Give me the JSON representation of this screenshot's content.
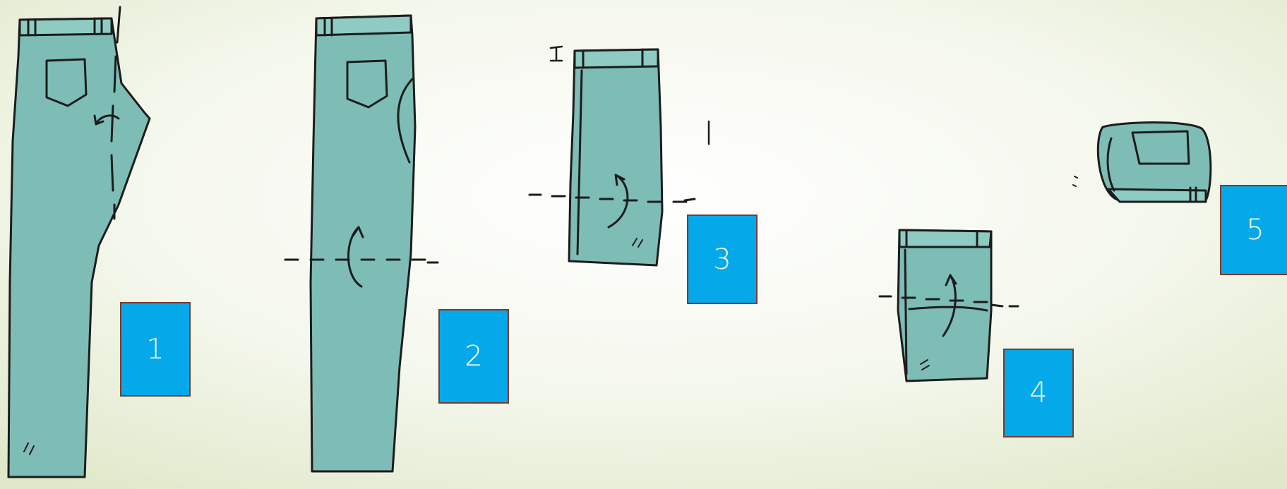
{
  "colors": {
    "denim": "#7dbdb6",
    "outline": "#1c1c1c",
    "badge_fill": "#05a8e8",
    "badge_border": "#7a3b2e",
    "background_light": "#ffffff",
    "background_edge": "#e3ebcf"
  },
  "steps": [
    {
      "label": "1"
    },
    {
      "label": "2"
    },
    {
      "label": "3"
    },
    {
      "label": "4"
    },
    {
      "label": "5"
    }
  ]
}
